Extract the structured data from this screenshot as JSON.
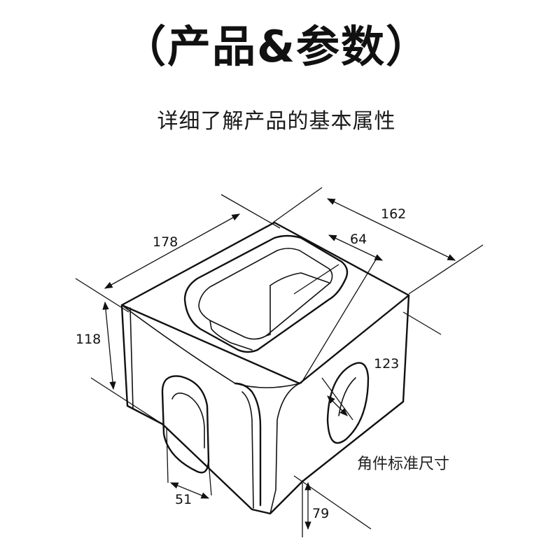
{
  "header": {
    "title": "（产品&参数）",
    "subtitle": "详细了解产品的基本属性"
  },
  "diagram": {
    "caption": "角件标准尺寸",
    "dimensions": {
      "length": "178",
      "width": "162",
      "top_hole": "64",
      "height": "118",
      "side_hole": "123",
      "front_hole": "51",
      "base": "79"
    }
  }
}
